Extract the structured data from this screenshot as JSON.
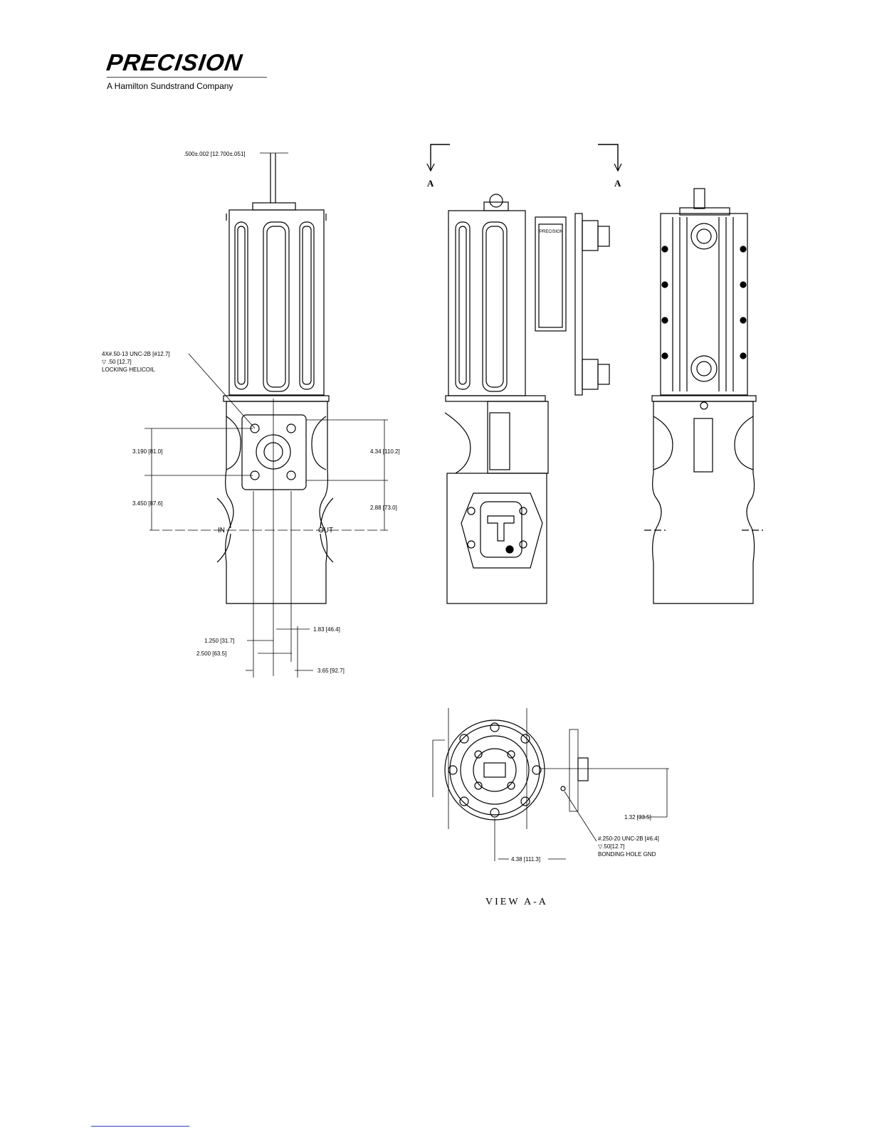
{
  "logo": {
    "brand": "PRECISION",
    "tagline": "A Hamilton Sundstrand Company"
  },
  "section_marks": {
    "left": "A",
    "right": "A"
  },
  "front_view": {
    "shaft_dim": ".500±.002 [12.700±.051]",
    "callout_line1": "4X#.50-13 UNC-2B [#12.7]",
    "callout_line2": "▽ .50 [12.7]",
    "callout_line3": "LOCKING HELICOIL",
    "dim_left_upper": "3.190 [81.0]",
    "dim_left_lower": "3.450 [87.6]",
    "dim_right_upper": "4.34 [110.2]",
    "dim_right_lower": "2.88 [73.0]",
    "port_in": "IN",
    "port_out": "OUT",
    "dim_bottom_1": "1.250 [31.7]",
    "dim_bottom_2": "1.83 [46.4]",
    "dim_bottom_3": "2.500 [63.5]",
    "dim_bottom_4": "3.65 [92.7]"
  },
  "side_view": {
    "plate_label": "PRECISION"
  },
  "section_view": {
    "dim_vertical": "1.32 [33.5]",
    "dim_horizontal": "4.38 [111.3]",
    "bond_line1": "#.250-20 UNC-2B [#6.4]",
    "bond_line2": "▽.50[12.7]",
    "bond_line3": "BONDING HOLE GND",
    "caption": "VIEW A-A"
  }
}
